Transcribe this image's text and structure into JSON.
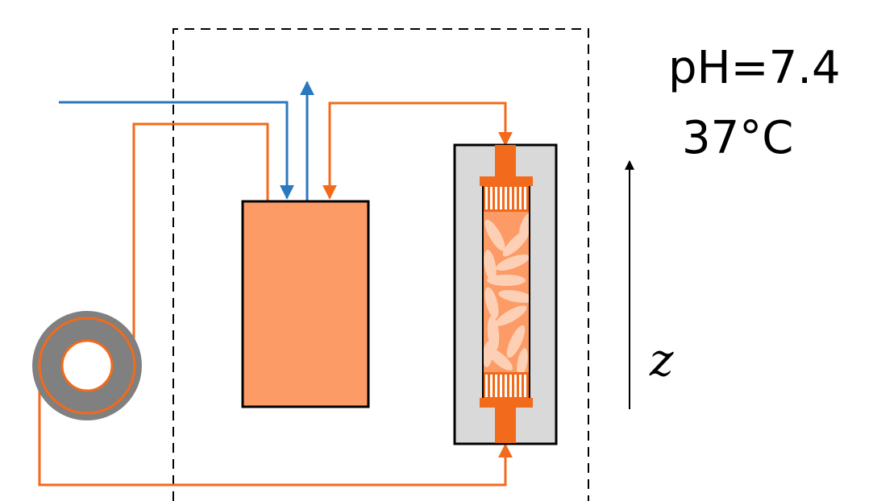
{
  "labels": {
    "ph": "pH=7.4",
    "temperature": "37°C",
    "axis": "z"
  },
  "colors": {
    "background": "#ffffff",
    "water_line": "#2a78bd",
    "medium_line": "#f26a1b",
    "reservoir_fill": "#fd9b66",
    "outline": "#000000",
    "pump_ring": "#808080",
    "column_housing": "#d9d9d9",
    "column_core": "#fd9b66",
    "particles": "#fdd0b6",
    "dashed_box": "#000000"
  },
  "components": {
    "incubator": "dashed-enclosure",
    "pump": "peristaltic-pump",
    "reservoir": "medium-reservoir",
    "column": "packed-bed-bioreactor"
  }
}
